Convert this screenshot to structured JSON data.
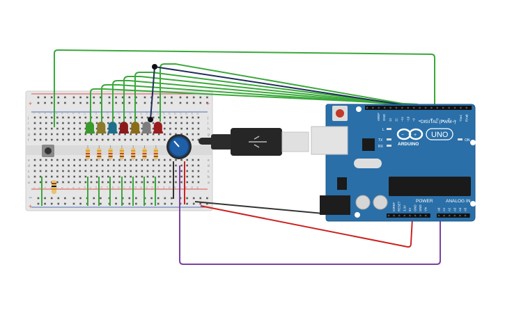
{
  "canvas": {
    "background": "#ffffff"
  },
  "breadboard": {
    "body_color": "#e6e6e6",
    "rail_red": "#d9534f",
    "rail_blue": "#4a6fb5",
    "row_letters_top": [
      "j",
      "i",
      "h",
      "g",
      "f"
    ],
    "row_letters_bottom": [
      "e",
      "d",
      "c",
      "b",
      "a"
    ],
    "plus_label": "+",
    "minus_label": "−",
    "column_numbers": [
      "1",
      "2",
      "3",
      "4",
      "5",
      "6",
      "7",
      "8",
      "9",
      "10",
      "11",
      "12",
      "13",
      "14",
      "15",
      "16",
      "17",
      "18",
      "19",
      "20",
      "21",
      "22",
      "23",
      "24",
      "25",
      "26",
      "27",
      "28",
      "29",
      "30"
    ]
  },
  "leds": [
    {
      "color": "#3a9a2b",
      "name": "green"
    },
    {
      "color": "#8a7a2a",
      "name": "olive"
    },
    {
      "color": "#1f6f8b",
      "name": "blue"
    },
    {
      "color": "#8b1a1a",
      "name": "red"
    },
    {
      "color": "#8a6d1a",
      "name": "yellow"
    },
    {
      "color": "#7d7d7d",
      "name": "white"
    },
    {
      "color": "#9b1c1c",
      "name": "red-2"
    }
  ],
  "potentiometer": {
    "color": "#1e5fa8"
  },
  "usb_cable": {
    "color": "#2b2b2b"
  },
  "arduino": {
    "board_color": "#2a6fa8",
    "brand": "ARDUINO",
    "model": "UNO",
    "header_digital": "DIGITAL (PWM~)",
    "header_power": "POWER",
    "header_analog": "ANALOG IN",
    "label_on": "ON",
    "label_l": "L",
    "label_tx": "TX",
    "label_rx": "RX",
    "label_aref": "AREF",
    "label_gnd": "GND",
    "digital_pins": [
      "13",
      "12",
      "~11",
      "~10",
      "~9",
      "8",
      "7",
      "~6",
      "~5",
      "4",
      "~3",
      "2",
      "TX▸1",
      "RX◂0"
    ],
    "power_pins": [
      "IOREF",
      "RESET",
      "3.3V",
      "5V",
      "GND",
      "GND",
      "Vin"
    ],
    "analog_pins": [
      "A0",
      "A1",
      "A2",
      "A3",
      "A4",
      "A5"
    ]
  },
  "wires": {
    "green": "#3aa83a",
    "navy": "#1f2d5a",
    "black": "#333333",
    "red": "#cc2222",
    "purple": "#7b3fa0"
  }
}
